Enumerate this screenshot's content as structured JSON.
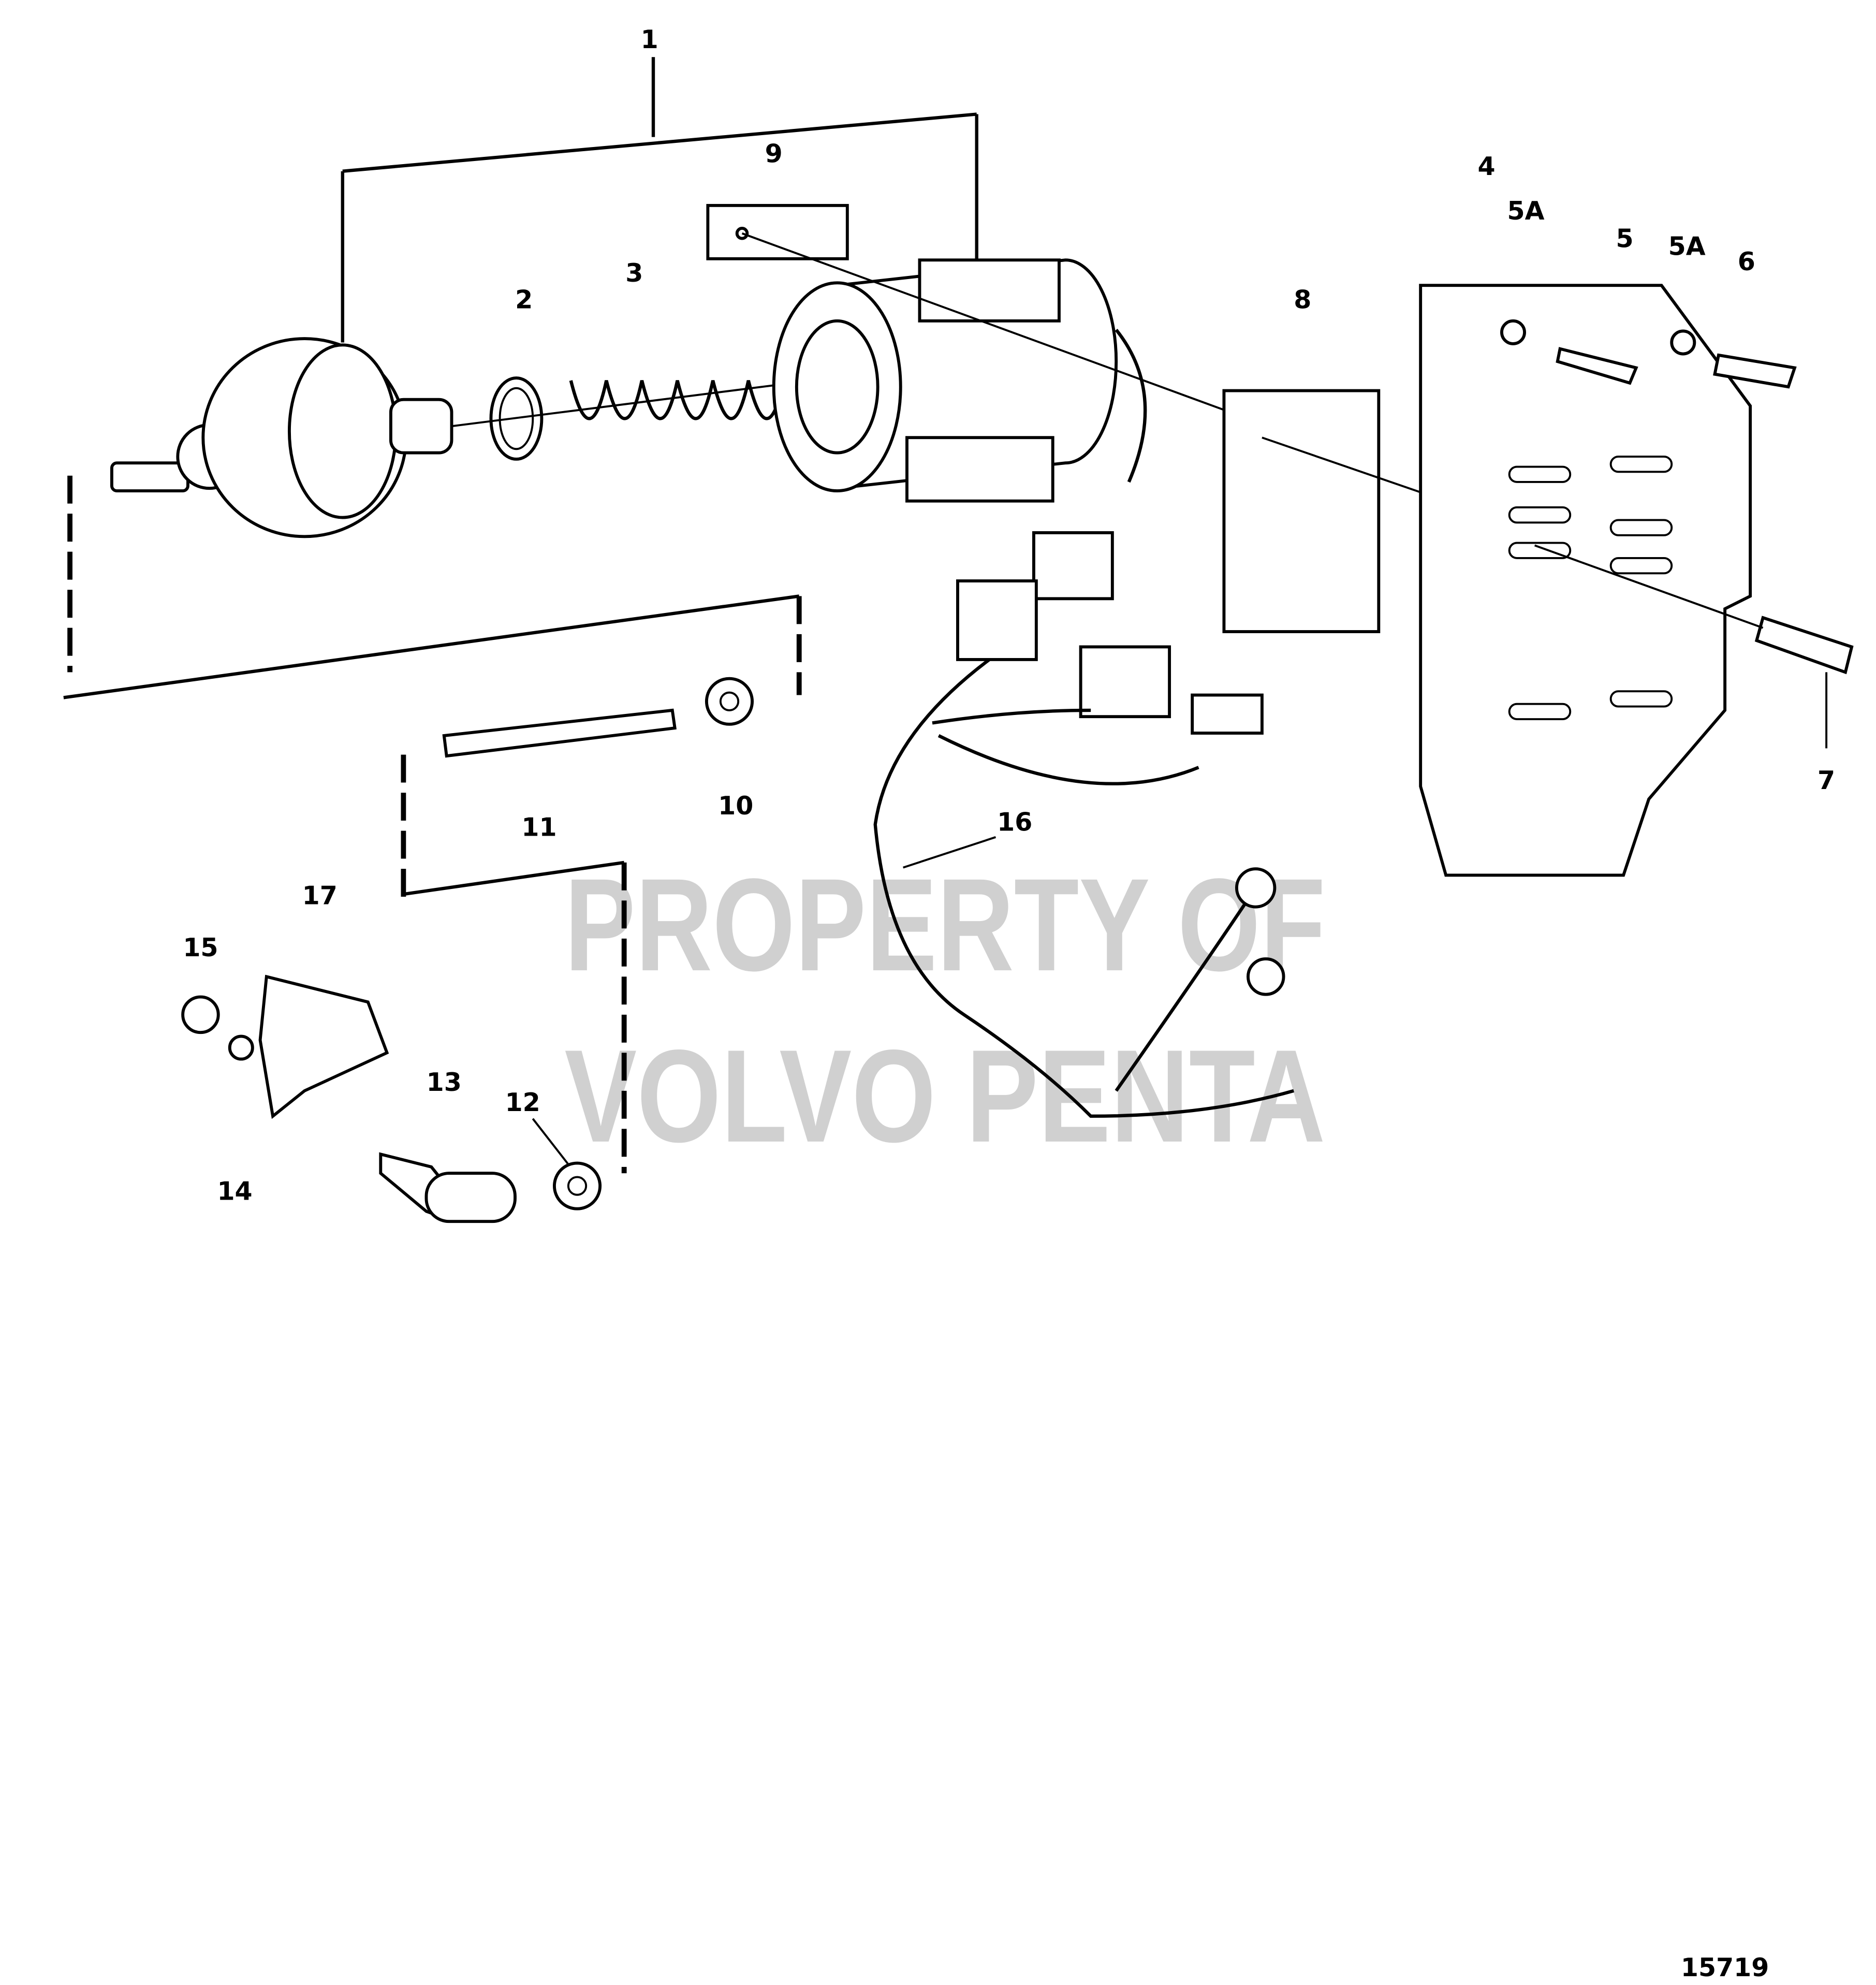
{
  "diagram": {
    "drawing_number": "15719",
    "watermark": [
      "PROPERTY OF",
      "VOLVO PENTA"
    ],
    "callouts": [
      "1",
      "2",
      "3",
      "4",
      "5A",
      "5",
      "5A",
      "6",
      "7",
      "8",
      "9",
      "10",
      "11",
      "12",
      "13",
      "14",
      "15",
      "16",
      "17"
    ]
  }
}
